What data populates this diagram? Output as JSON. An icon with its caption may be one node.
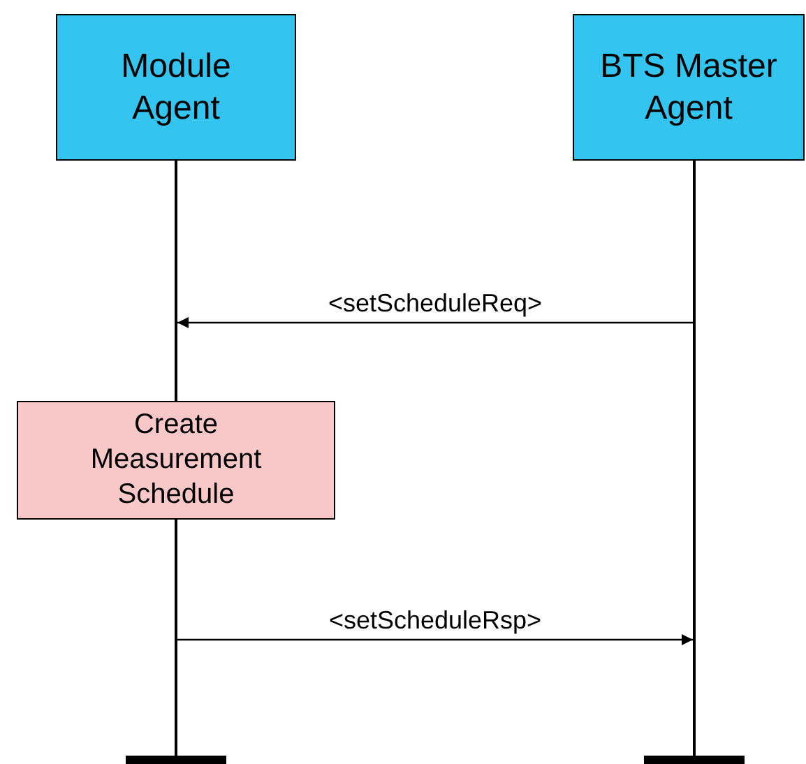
{
  "diagram": {
    "nodes": [
      {
        "text": [
          "Module Agent"
        ]
      },
      {
        "text": [
          "BTS Master Agent"
        ]
      },
      {
        "text": [
          "Create Measurement Schedule"
        ]
      },
      {
        "text": [],
        "shape": "line"
      },
      {
        "text": [],
        "shape": "line"
      },
      {
        "text": [],
        "shape": "line"
      }
    ],
    "edges": [
      {
        "from": 4,
        "to": 3,
        "arrow": "to",
        "label": "<setScheduleReq>"
      },
      {
        "from": 5,
        "to": 4,
        "arrow": "to",
        "label": "<setScheduleRsp>"
      }
    ]
  }
}
